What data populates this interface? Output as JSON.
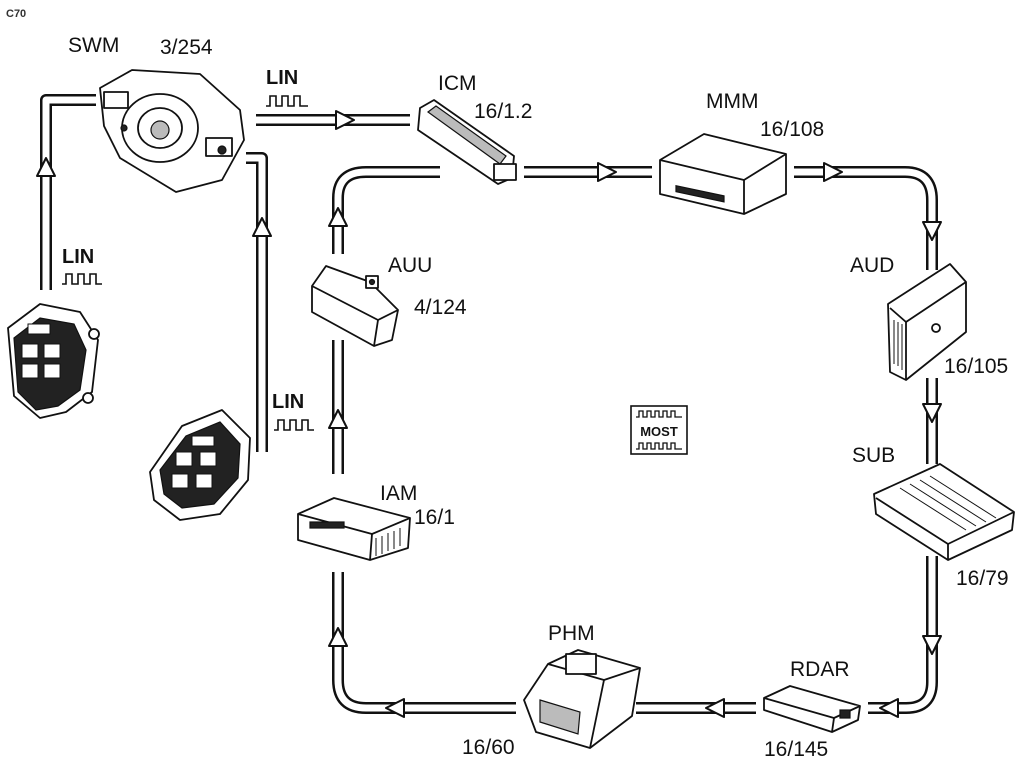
{
  "corner_label": "C70",
  "nodes": {
    "swm": {
      "name": "SWM",
      "code": "3/254"
    },
    "icm": {
      "name": "ICM",
      "code": "16/1.2"
    },
    "mmm": {
      "name": "MMM",
      "code": "16/108"
    },
    "aud": {
      "name": "AUD",
      "code": "16/105"
    },
    "sub": {
      "name": "SUB",
      "code": "16/79"
    },
    "rdar": {
      "name": "RDAR",
      "code": "16/145"
    },
    "phm": {
      "name": "PHM",
      "code": "16/60"
    },
    "iam": {
      "name": "IAM",
      "code": "16/1"
    },
    "auu": {
      "name": "AUU",
      "code": "4/124"
    }
  },
  "lin_labels": {
    "top": "LIN",
    "left": "LIN",
    "middle": "LIN"
  },
  "most_badge": "MOST",
  "bus_types": [
    "LIN",
    "MOST"
  ]
}
